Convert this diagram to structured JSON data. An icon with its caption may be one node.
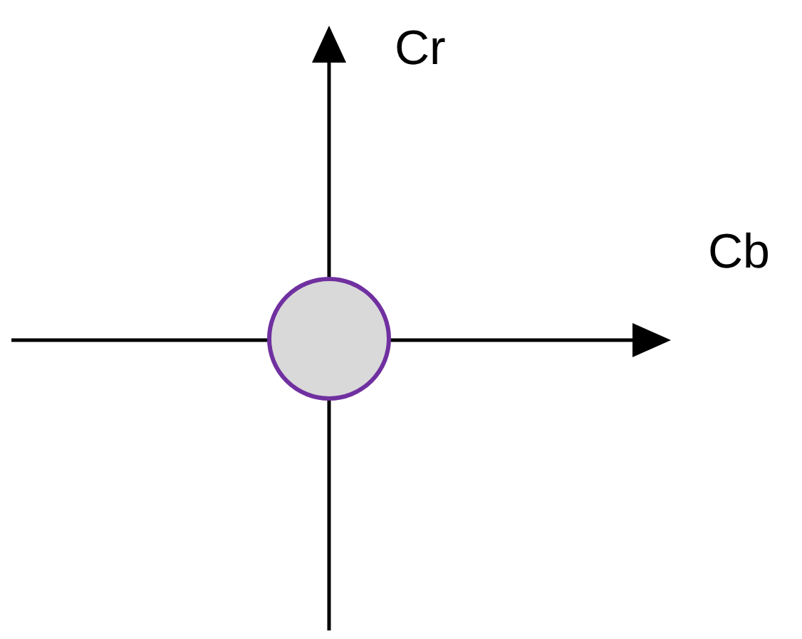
{
  "diagram": {
    "nodes": [
      {
        "text": [],
        "shape": "circle"
      }
    ],
    "labels": [
      "Cr",
      "Cb"
    ]
  }
}
